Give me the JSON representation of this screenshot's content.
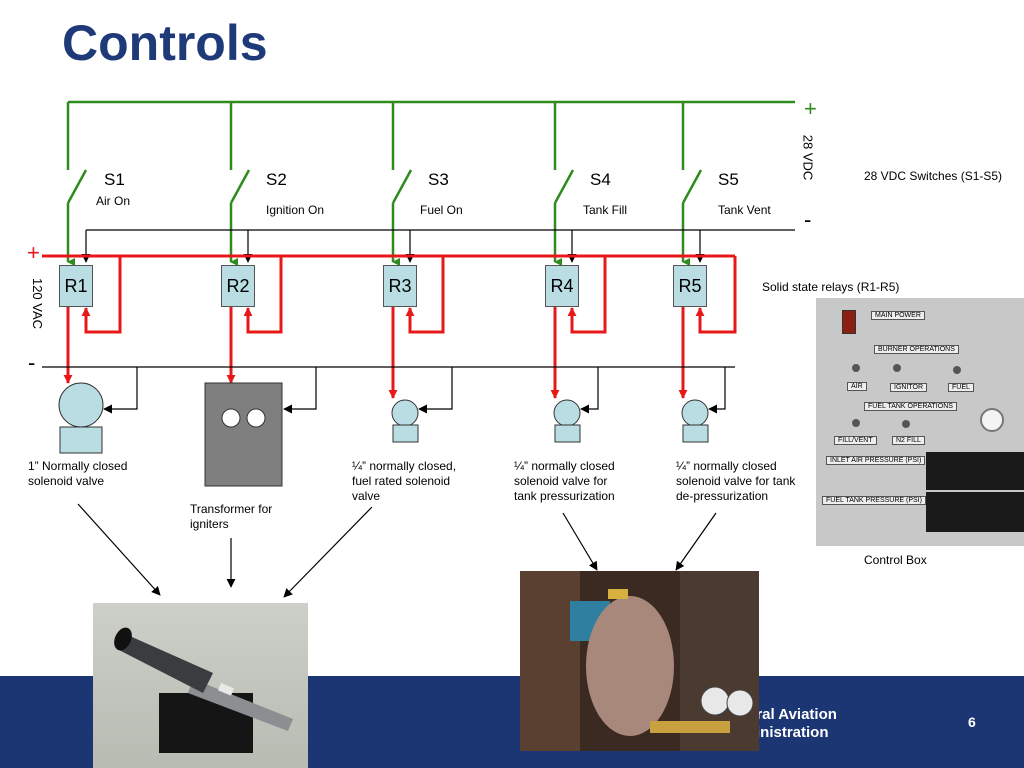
{
  "title": "Controls",
  "power": {
    "dc_plus": "+",
    "dc_minus": "-",
    "dc_voltage": "28 VDC",
    "ac_plus": "+",
    "ac_minus": "-",
    "ac_voltage": "120 VAC"
  },
  "switches": [
    {
      "id": "S1",
      "label": "Air On"
    },
    {
      "id": "S2",
      "label": "Ignition On"
    },
    {
      "id": "S3",
      "label": "Fuel On"
    },
    {
      "id": "S4",
      "label": "Tank Fill"
    },
    {
      "id": "S5",
      "label": "Tank Vent"
    }
  ],
  "relays": [
    "R1",
    "R2",
    "R3",
    "R4",
    "R5"
  ],
  "descriptions": {
    "switches": "28 VDC Switches (S1-S5)",
    "relays": "Solid state relays (R1-R5)",
    "control_box": "Control Box"
  },
  "loads": [
    "1” Normally closed solenoid valve",
    "Transformer for igniters",
    "¼” normally closed, fuel rated solenoid valve",
    "¼” normally closed solenoid valve for tank pressurization",
    "¼” normally closed solenoid valve for tank de-pressurization"
  ],
  "control_panel": {
    "main_power": "MAIN POWER",
    "burner_operations": "BURNER OPERATIONS",
    "air": "AIR",
    "ignitor": "IGNITOR",
    "fuel": "FUEL",
    "fuel_tank_operations": "FUEL TANK OPERATIONS",
    "fill_vent": "FILL/VENT",
    "n2_fill": "N2 FILL",
    "inlet_air_pressure": "INLET AIR PRESSURE (PSI)",
    "fuel_tank_pressure": "FUEL TANK PRESSURE (PSI)"
  },
  "footer": {
    "agency_line1": "eral Aviation",
    "agency_line2": "inistration",
    "page_number": "6"
  },
  "colors": {
    "title": "#1f3a78",
    "dc_wire": "#2e8b1e",
    "ac_wire": "#e81818",
    "relay_fill": "#b9dde3",
    "footer": "#1c3573"
  }
}
